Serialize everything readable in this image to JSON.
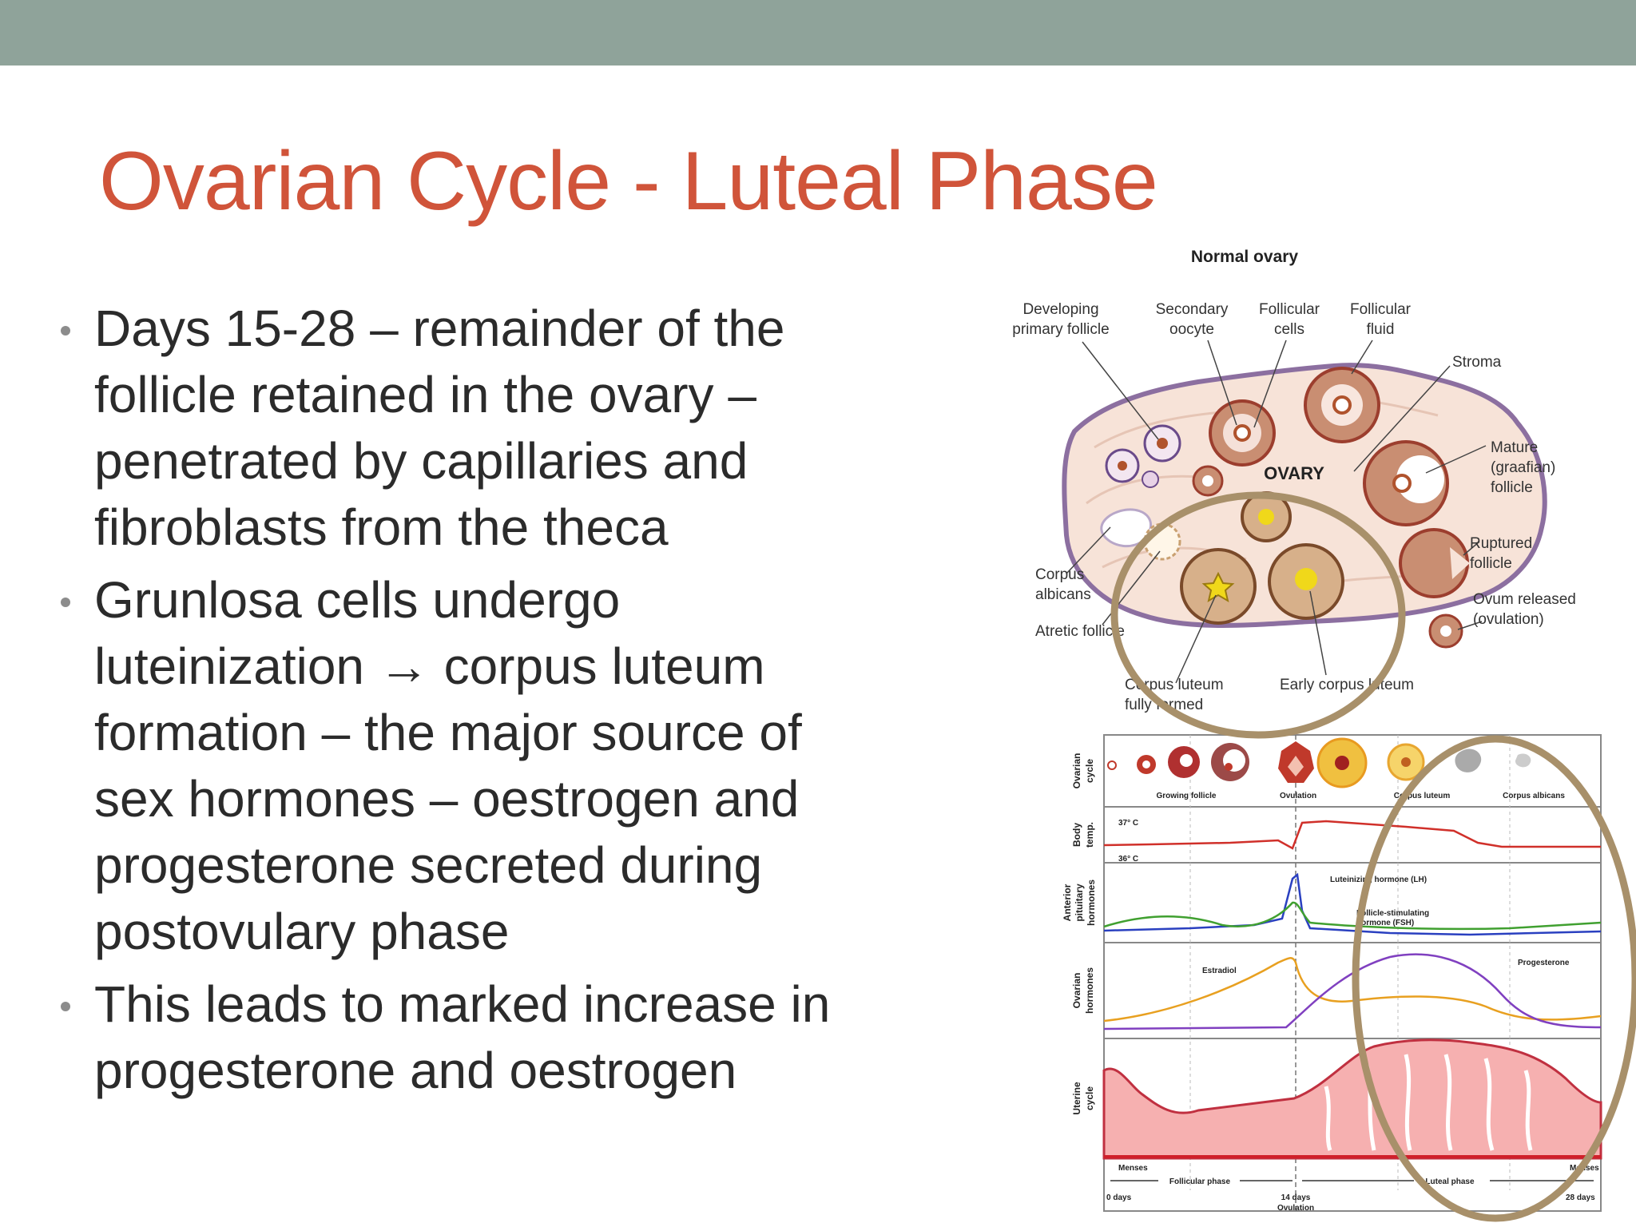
{
  "slide": {
    "title": "Ovarian Cycle - Luteal Phase",
    "bullets": [
      {
        "lines": [
          "Days 15-28 – remainder of the",
          "follicle retained in the ovary –",
          "penetrated by capillaries and",
          "fibroblasts from the theca"
        ]
      },
      {
        "lines": [
          "Grunlosa cells undergo",
          "luteinization → corpus luteum",
          "formation – the major source of",
          "sex hormones – oestrogen and",
          "progesterone secreted during",
          "postovulary phase"
        ]
      },
      {
        "lines": [
          "This leads to marked increase in",
          "progesterone and oestrogen"
        ]
      }
    ]
  },
  "figure": {
    "ovary": {
      "heading": "Normal ovary",
      "center_label": "OVARY",
      "labels": {
        "developing_1": "Developing",
        "developing_2": "primary follicle",
        "secondary_1": "Secondary",
        "secondary_2": "oocyte",
        "follicular_cells_1": "Follicular",
        "follicular_cells_2": "cells",
        "follicular_fluid_1": "Follicular",
        "follicular_fluid_2": "fluid",
        "stroma": "Stroma",
        "mature_1": "Mature",
        "mature_2": "(graafian)",
        "mature_3": "follicle",
        "ruptured_1": "Ruptured",
        "ruptured_2": "follicle",
        "ovum_1": "Ovum released",
        "ovum_2": "(ovulation)",
        "corpus_albicans_1": "Corpus",
        "corpus_albicans_2": "albicans",
        "atretic": "Atretic follicle",
        "cl_fully_1": "Corpus luteum",
        "cl_fully_2": "fully formed",
        "cl_early": "Early corpus luteum"
      }
    },
    "cycle": {
      "rows": {
        "ovarian_1": "Ovarian",
        "ovarian_2": "cycle",
        "body_1": "Body",
        "body_2": "temp.",
        "pituitary_1": "Anterior",
        "pituitary_2": "pituitary",
        "pituitary_3": "hormones",
        "ovhorm_1": "Ovarian",
        "ovhorm_2": "hormones",
        "uterine_1": "Uterine",
        "uterine_2": "cycle"
      },
      "stages": {
        "growing": "Growing follicle",
        "ovulation": "Ovulation",
        "corpus_luteum": "Corpus luteum",
        "corpus_albicans": "Corpus albicans"
      },
      "temps": {
        "high": "37° C",
        "low": "36° C"
      },
      "hormones": {
        "lh": "Luteinizing hormone (LH)",
        "fsh_1": "Follicle-stimulating",
        "fsh_2": "hormone (FSH)",
        "estradiol": "Estradiol",
        "progesterone": "Progesterone"
      },
      "phases": {
        "menses_left": "Menses",
        "menses_right": "Menses",
        "follicular": "Follicular phase",
        "luteal": "Luteal phase"
      },
      "days": {
        "start": "0 days",
        "mid_1": "14 days",
        "mid_2": "Ovulation",
        "end": "28 days"
      }
    },
    "colors": {
      "highlight": "#a8906a",
      "title": "#d0543a",
      "topbar": "#8fa39a"
    }
  }
}
